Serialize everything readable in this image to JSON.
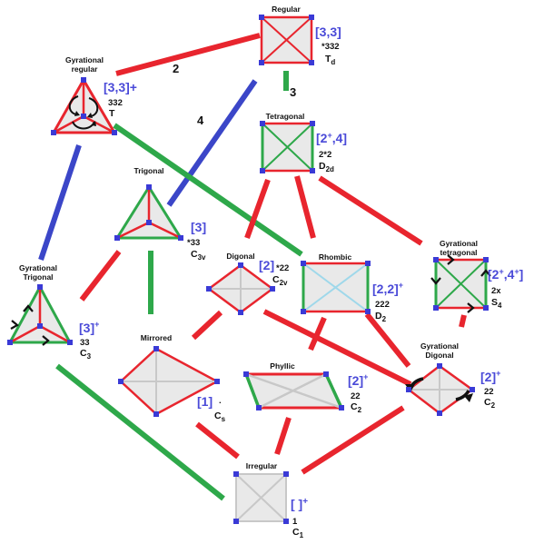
{
  "colors": {
    "red": "#e8252e",
    "green": "#2ea84a",
    "blue": "#3b46c8",
    "light_blue": "#9fd8ea",
    "gray_line": "#c8c8c8",
    "fill": "#e9e9e9",
    "vertex": "#3a3ad6",
    "symbol_text": "#4a4ad8",
    "arrow": "#111111"
  },
  "edge_labels": {
    "regular_to_gyrational": "2",
    "regular_to_tetragonal": "3",
    "regular_to_trigonal": "4"
  },
  "nodes": {
    "regular": {
      "name": "Regular",
      "sym": "[3,3]",
      "sym_sup": "",
      "orbifold": "*332",
      "schoen": "T",
      "schoen_sub": "d"
    },
    "gyrational": {
      "name": "Gyrational",
      "name2": "regular",
      "sym": "[3,3]",
      "sym_sup": "+",
      "orbifold": "332",
      "schoen": "T",
      "schoen_sub": ""
    },
    "tetragonal": {
      "name": "Tetragonal",
      "sym": "[2",
      "sym_mid": "+",
      "sym_end": ",4]",
      "orbifold": "2*2",
      "schoen": "D",
      "schoen_sub": "2d"
    },
    "trigonal": {
      "name": "Trigonal",
      "sym": "[3]",
      "sym_sup": "",
      "orbifold": "*33",
      "schoen": "C",
      "schoen_sub": "3v"
    },
    "gyr_trigonal": {
      "name": "Gyrational",
      "name2": "Trigonal",
      "sym": "[3]",
      "sym_sup": "+",
      "orbifold": "33",
      "schoen": "C",
      "schoen_sub": "3"
    },
    "digonal": {
      "name": "Digonal",
      "sym": "[2]",
      "sym_sup": "",
      "orbifold": "*22",
      "schoen": "C",
      "schoen_sub": "2v"
    },
    "rhombic": {
      "name": "Rhombic",
      "sym": "[2,2]",
      "sym_sup": "+",
      "orbifold": "222",
      "schoen": "D",
      "schoen_sub": "2"
    },
    "gyr_tetragonal": {
      "name": "Gyrational",
      "name2": "tetragonal",
      "sym": "[2",
      "sym_mid": "+",
      "sym_end": ",4",
      "sym_end_sup": "+",
      "sym_close": "]",
      "orbifold": "2x",
      "schoen": "S",
      "schoen_sub": "4"
    },
    "mirrored": {
      "name": "Mirrored",
      "sym": "[1]",
      "sym_sup": "",
      "orbifold": ".",
      "schoen": "C",
      "schoen_sub": "s"
    },
    "phyllic": {
      "name": "Phyllic",
      "sym": "[2]",
      "sym_sup": "+",
      "orbifold": "22",
      "schoen": "C",
      "schoen_sub": "2"
    },
    "gyr_digonal": {
      "name": "Gyrational",
      "name2": "Digonal",
      "sym": "[2]",
      "sym_sup": "+",
      "orbifold": "22",
      "schoen": "C",
      "schoen_sub": "2"
    },
    "irregular": {
      "name": "Irregular",
      "sym": "[ ]",
      "sym_sup": "+",
      "orbifold": "1",
      "schoen": "C",
      "schoen_sub": "1"
    }
  }
}
